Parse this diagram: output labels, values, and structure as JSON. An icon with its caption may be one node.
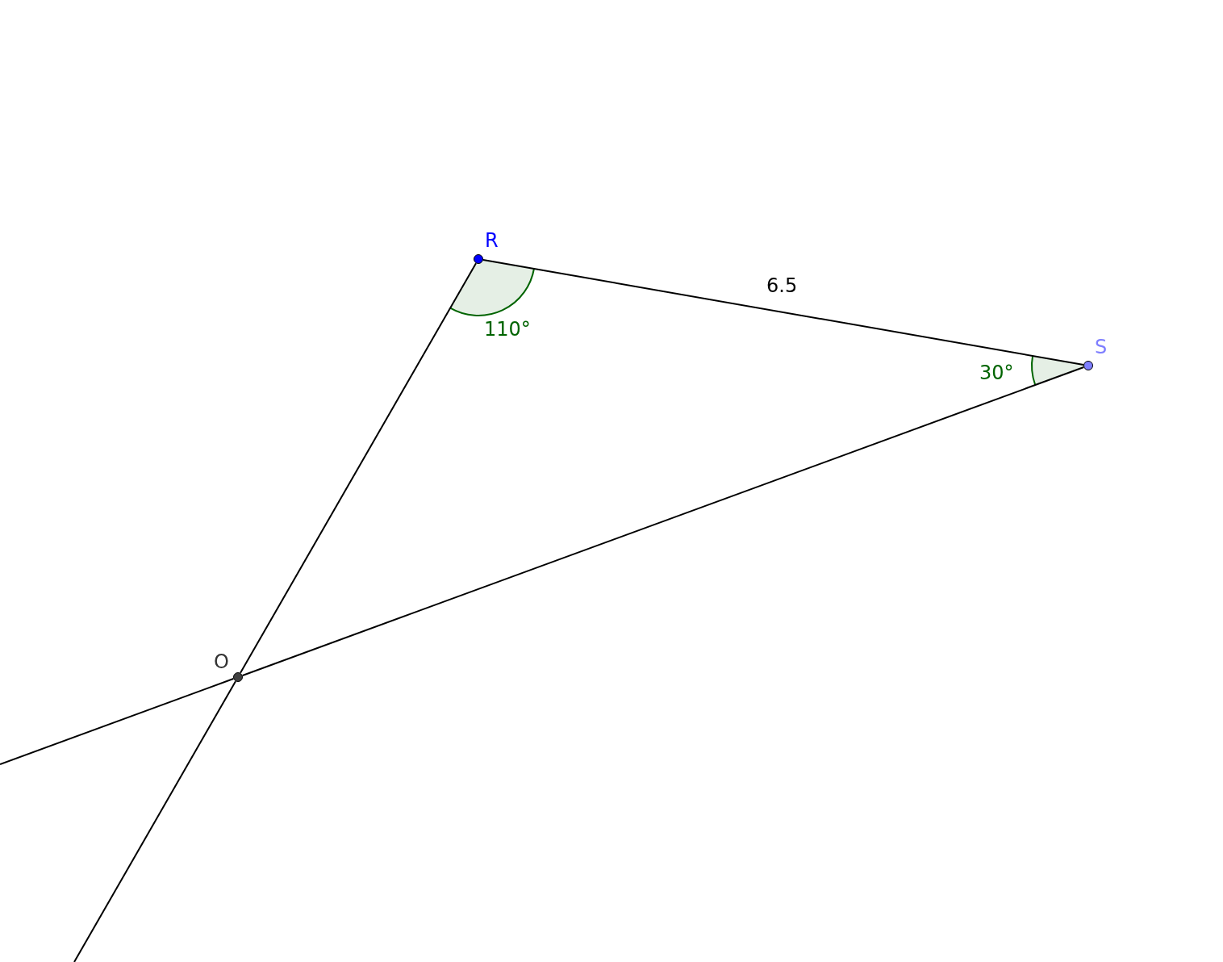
{
  "diagram": {
    "nodes": [
      {
        "text": [
          "R"
        ]
      },
      {
        "text": [
          "S"
        ]
      },
      {
        "text": [
          "O"
        ]
      }
    ],
    "edges": [
      {
        "from": 0,
        "to": 1,
        "arrow": "none",
        "label": "6.5"
      },
      {
        "from": 0,
        "to": 2,
        "arrow": "none"
      },
      {
        "from": 1,
        "to": 2,
        "arrow": "none"
      },
      {
        "from": 2,
        "to": null,
        "arrow": "none"
      },
      {
        "from": 2,
        "to": null,
        "arrow": "none"
      }
    ],
    "labels": [
      "110°",
      "30°"
    ]
  }
}
